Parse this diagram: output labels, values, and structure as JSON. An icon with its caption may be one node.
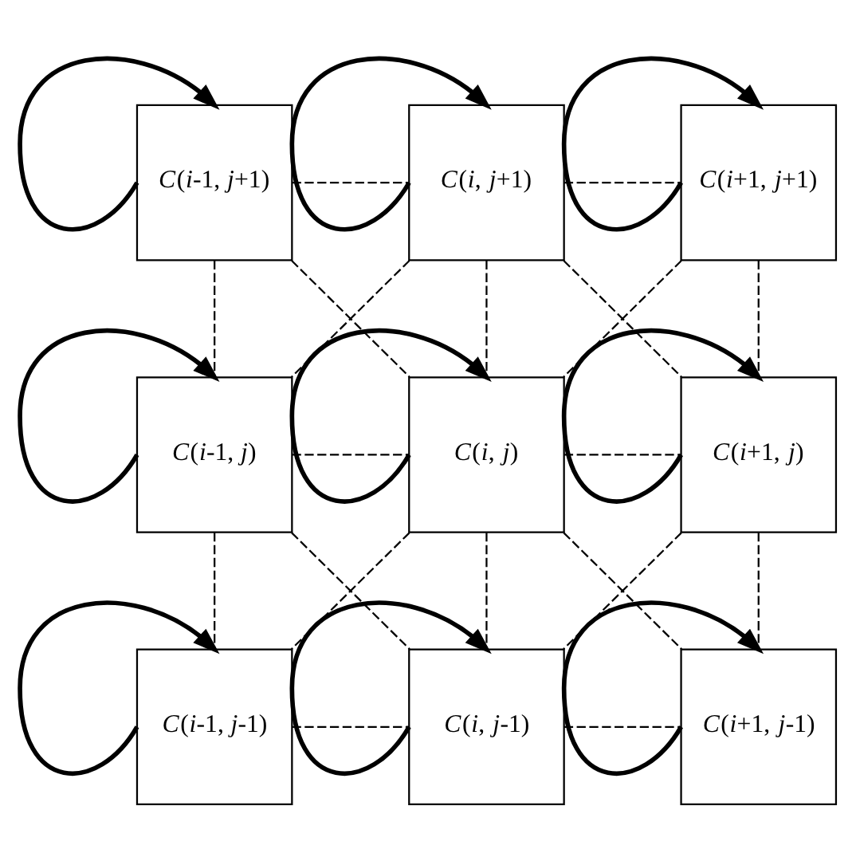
{
  "diagram": {
    "nodes": [
      {
        "text": [
          "*C*(*i*-1, *j*+1)"
        ]
      },
      {
        "text": [
          "*C*(*i*, *j*+1)"
        ]
      },
      {
        "text": [
          "*C*(*i*+1, *j*+1)"
        ]
      },
      {
        "text": [
          "*C*(*i*-1, *j*)"
        ]
      },
      {
        "text": [
          "*C*(*i*, *j*)"
        ]
      },
      {
        "text": [
          "*C*(*i*+1, *j*)"
        ]
      },
      {
        "text": [
          "*C*(*i*-1, *j*-1)"
        ]
      },
      {
        "text": [
          "*C*(*i*, *j*-1)"
        ]
      },
      {
        "text": [
          "*C*(*i*+1, *j*-1)"
        ]
      }
    ],
    "edges": [
      {
        "from": 0,
        "to": 0,
        "arrow": "to",
        "style": "thick"
      },
      {
        "from": 1,
        "to": 1,
        "arrow": "to",
        "style": "thick"
      },
      {
        "from": 2,
        "to": 2,
        "arrow": "to",
        "style": "thick"
      },
      {
        "from": 3,
        "to": 3,
        "arrow": "to",
        "style": "thick"
      },
      {
        "from": 4,
        "to": 4,
        "arrow": "to",
        "style": "thick"
      },
      {
        "from": 5,
        "to": 5,
        "arrow": "to",
        "style": "thick"
      },
      {
        "from": 6,
        "to": 6,
        "arrow": "to",
        "style": "thick"
      },
      {
        "from": 7,
        "to": 7,
        "arrow": "to",
        "style": "thick"
      },
      {
        "from": 8,
        "to": 8,
        "arrow": "to",
        "style": "thick"
      },
      {
        "from": 0,
        "to": 1,
        "arrow": "none",
        "style": "dashed"
      },
      {
        "from": 1,
        "to": 2,
        "arrow": "none",
        "style": "dashed"
      },
      {
        "from": 3,
        "to": 4,
        "arrow": "none",
        "style": "dashed"
      },
      {
        "from": 4,
        "to": 5,
        "arrow": "none",
        "style": "dashed"
      },
      {
        "from": 6,
        "to": 7,
        "arrow": "none",
        "style": "dashed"
      },
      {
        "from": 7,
        "to": 8,
        "arrow": "none",
        "style": "dashed"
      },
      {
        "from": 0,
        "to": 3,
        "arrow": "none",
        "style": "dashed"
      },
      {
        "from": 3,
        "to": 6,
        "arrow": "none",
        "style": "dashed"
      },
      {
        "from": 1,
        "to": 4,
        "arrow": "none",
        "style": "dashed"
      },
      {
        "from": 4,
        "to": 7,
        "arrow": "none",
        "style": "dashed"
      },
      {
        "from": 2,
        "to": 5,
        "arrow": "none",
        "style": "dashed"
      },
      {
        "from": 5,
        "to": 8,
        "arrow": "none",
        "style": "dashed"
      },
      {
        "from": 0,
        "to": 4,
        "arrow": "none",
        "style": "dashed"
      },
      {
        "from": 1,
        "to": 3,
        "arrow": "none",
        "style": "dashed"
      },
      {
        "from": 1,
        "to": 5,
        "arrow": "none",
        "style": "dashed"
      },
      {
        "from": 2,
        "to": 4,
        "arrow": "none",
        "style": "dashed"
      },
      {
        "from": 3,
        "to": 7,
        "arrow": "none",
        "style": "dashed"
      },
      {
        "from": 4,
        "to": 6,
        "arrow": "none",
        "style": "dashed"
      },
      {
        "from": 4,
        "to": 8,
        "arrow": "none",
        "style": "dashed"
      },
      {
        "from": 5,
        "to": 7,
        "arrow": "none",
        "style": "dashed"
      }
    ]
  }
}
